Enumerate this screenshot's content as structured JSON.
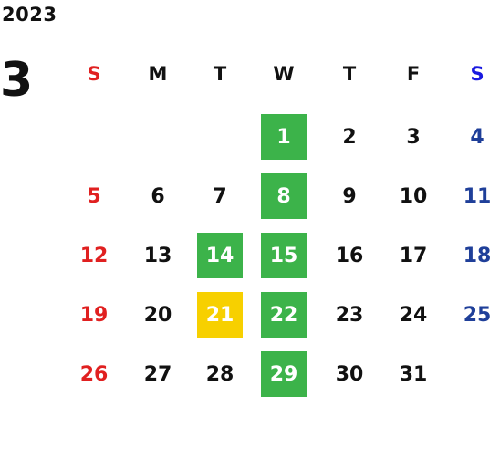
{
  "year": "2023",
  "month": "3",
  "weekdays": [
    "S",
    "M",
    "T",
    "W",
    "T",
    "F",
    "S"
  ],
  "colors": {
    "sunday": "#e02020",
    "saturday_header": "#1a1ae0",
    "saturday_day": "#1f3f99",
    "highlight_green": "#3cb34a",
    "highlight_yellow": "#f7d000"
  },
  "weeks": [
    [
      null,
      null,
      null,
      {
        "d": "1",
        "h": "green"
      },
      {
        "d": "2"
      },
      {
        "d": "3"
      },
      {
        "d": "4"
      }
    ],
    [
      {
        "d": "5"
      },
      {
        "d": "6"
      },
      {
        "d": "7"
      },
      {
        "d": "8",
        "h": "green"
      },
      {
        "d": "9"
      },
      {
        "d": "10"
      },
      {
        "d": "11"
      }
    ],
    [
      {
        "d": "12"
      },
      {
        "d": "13"
      },
      {
        "d": "14",
        "h": "green"
      },
      {
        "d": "15",
        "h": "green"
      },
      {
        "d": "16"
      },
      {
        "d": "17"
      },
      {
        "d": "18"
      }
    ],
    [
      {
        "d": "19"
      },
      {
        "d": "20"
      },
      {
        "d": "21",
        "h": "yellow"
      },
      {
        "d": "22",
        "h": "green"
      },
      {
        "d": "23"
      },
      {
        "d": "24"
      },
      {
        "d": "25"
      }
    ],
    [
      {
        "d": "26"
      },
      {
        "d": "27"
      },
      {
        "d": "28"
      },
      {
        "d": "29",
        "h": "green"
      },
      {
        "d": "30"
      },
      {
        "d": "31"
      },
      null
    ]
  ]
}
